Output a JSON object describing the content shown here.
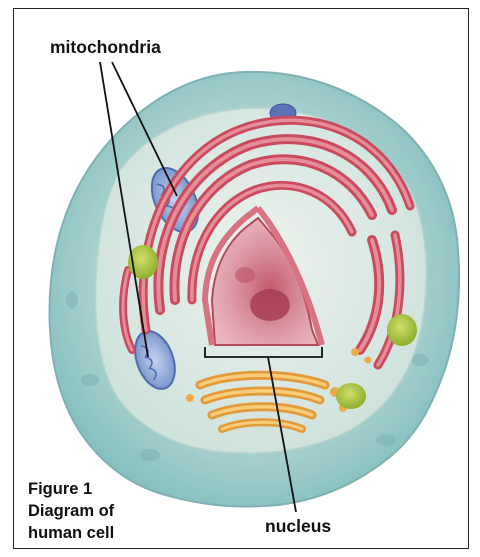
{
  "labels": {
    "mitochondria": "mitochondria",
    "nucleus": "nucleus"
  },
  "caption": {
    "line1": "Figure 1",
    "line2": "Diagram of",
    "line3": "human cell"
  },
  "colors": {
    "cytoplasm_outer": "#9cc9c7",
    "cytoplasm_inner": "#d8e8e3",
    "endoplasmic_reticulum": "#d4596a",
    "nucleus": "#d58a98",
    "golgi": "#eea94b",
    "mitochondrion": "#7f9bd1",
    "vesicle_green": "#a8c23e"
  }
}
